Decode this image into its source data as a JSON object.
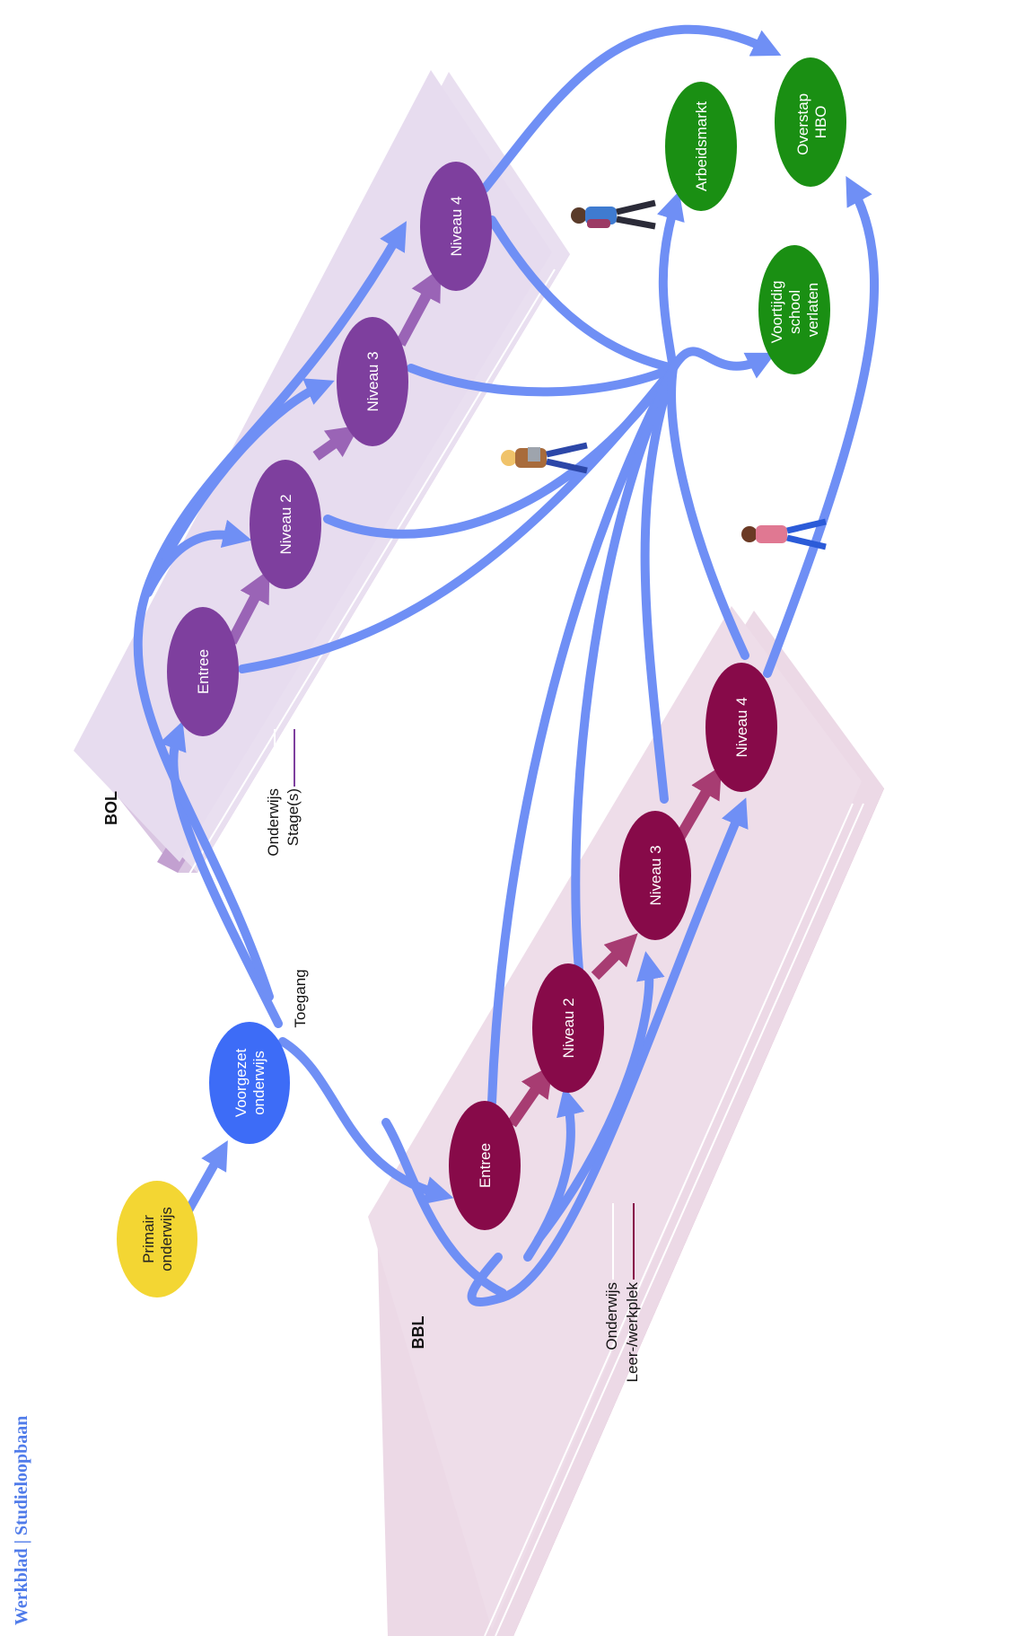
{
  "header": {
    "title": "Werkblad | Studieloopbaan"
  },
  "colors": {
    "accent_blue": "#6f8ff5",
    "bol_purple": "#7e3f9e",
    "bbl_maroon": "#870a49",
    "start_yellow": "#f3d633",
    "voorgezet_blue": "#3d6cf7",
    "outcome_green": "#1a8f13"
  },
  "nodes": {
    "primair": "Primair onderwijs",
    "voorgezet": "Voorgezet onderwijs",
    "toegang": "Toegang",
    "bol_entree": "Entree",
    "bol_niveau2": "Niveau 2",
    "bol_niveau3": "Niveau 3",
    "bol_niveau4": "Niveau 4",
    "bbl_entree": "Entree",
    "bbl_niveau2": "Niveau 2",
    "bbl_niveau3": "Niveau 3",
    "bbl_niveau4": "Niveau 4",
    "arbeidsmarkt": "Arbeidsmarkt",
    "overstap_hbo": "Overstap HBO",
    "voortijdig": "Voortijdig school verlaten"
  },
  "bol": {
    "label": "BOL",
    "legend_onderwijs": "Onderwijs",
    "legend_stage": "Stage(s)"
  },
  "bbl": {
    "label": "BBL",
    "legend_onderwijs": "Onderwijs",
    "legend_werkplek": "Leer-/werkplek"
  },
  "icons": [
    "student-walking-icon",
    "student-walking-icon",
    "student-walking-icon"
  ]
}
